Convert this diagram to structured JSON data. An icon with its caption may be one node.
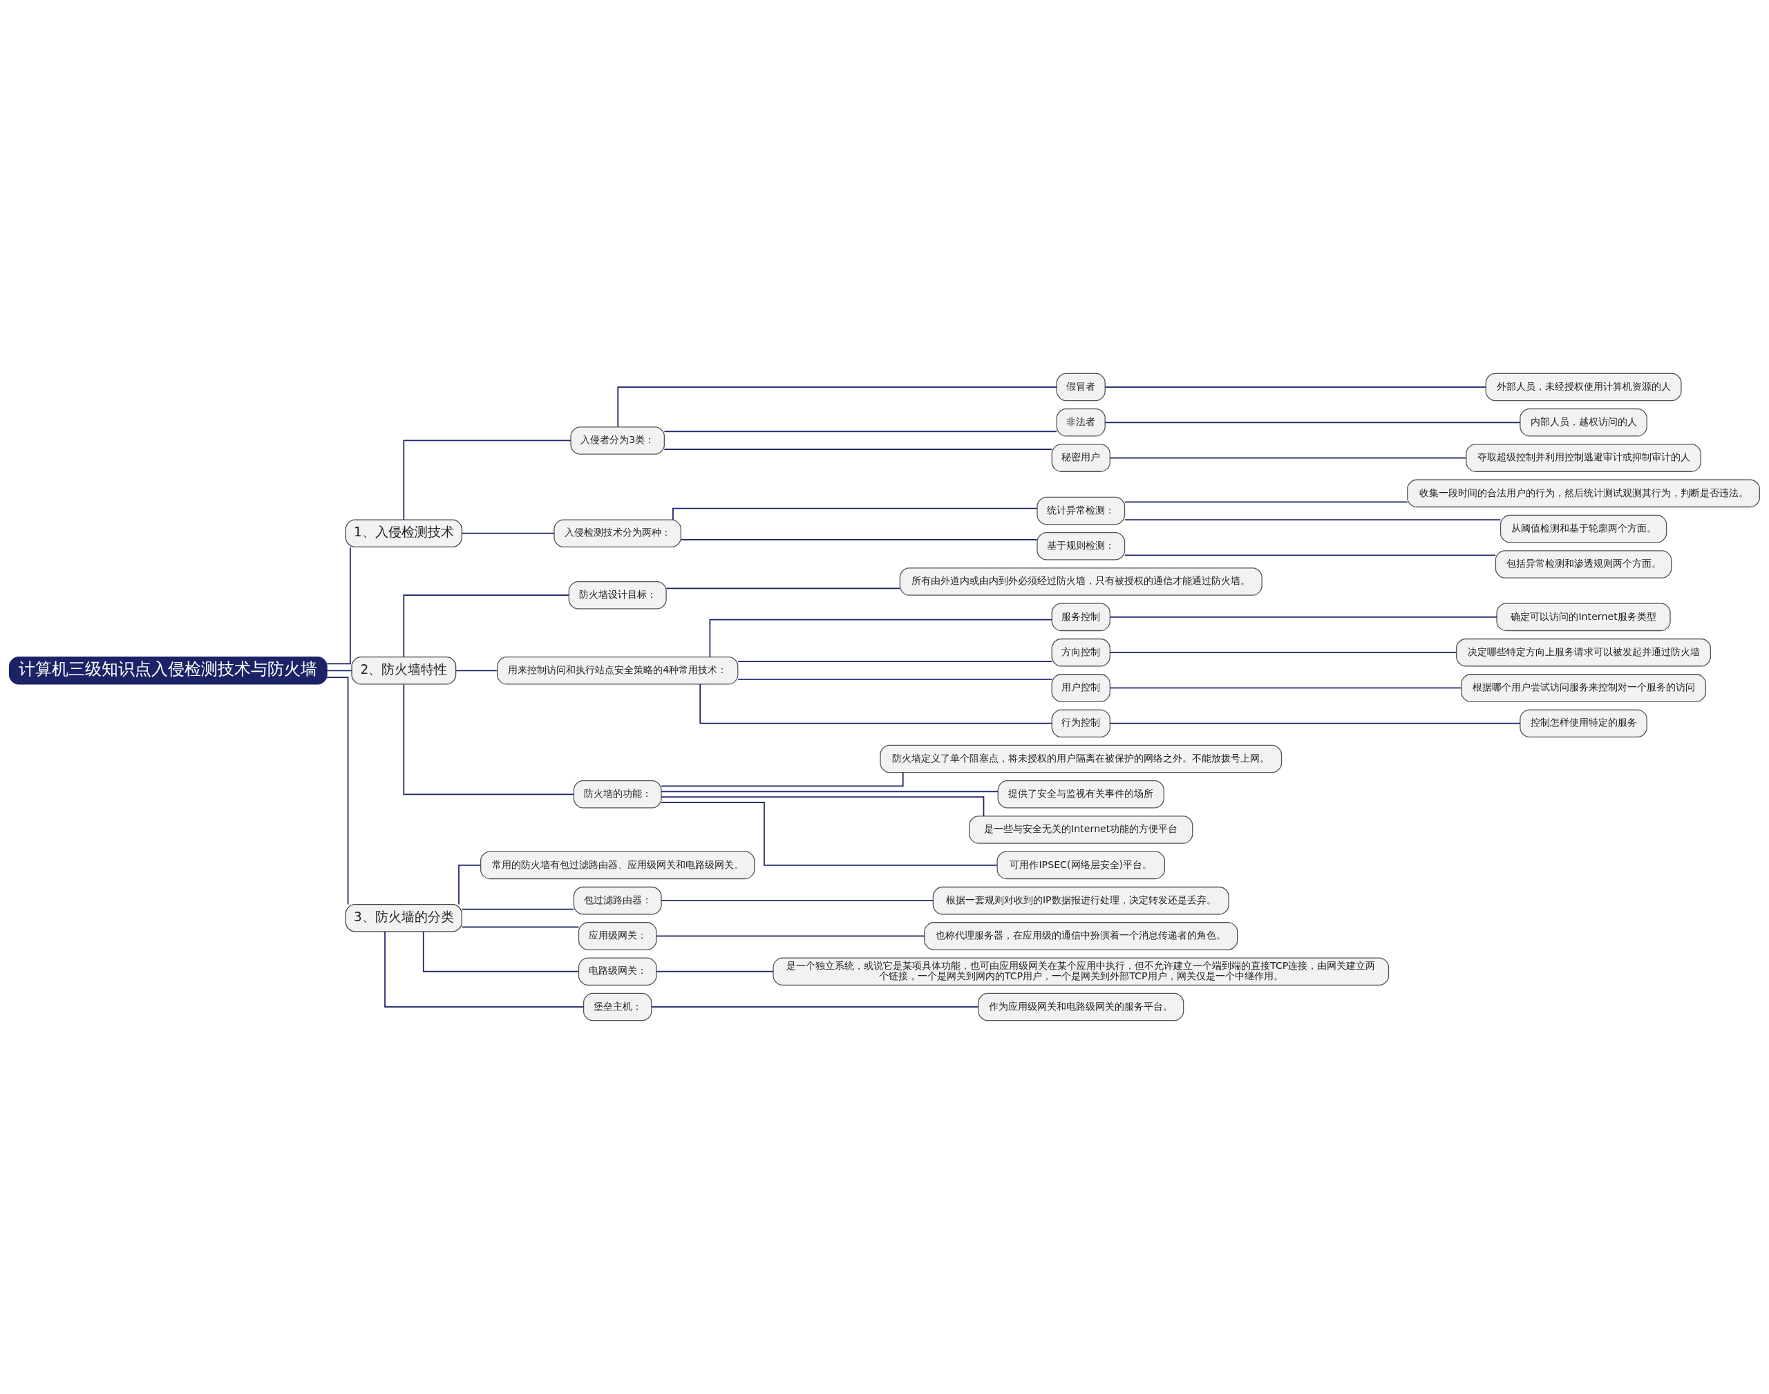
{
  "diagram": {
    "nodes": [
      {
        "text": [
          "计算机三级知识点入侵检测技术与防火墙"
        ]
      },
      {
        "text": [
          "1、入侵检测技术"
        ]
      },
      {
        "text": [
          "入侵者分为3类："
        ]
      },
      {
        "text": [
          "假冒者"
        ]
      },
      {
        "text": [
          "外部人员，未经授权使用计算机资源的人"
        ]
      },
      {
        "text": [
          "非法者"
        ]
      },
      {
        "text": [
          "内部人员，越权访问的人"
        ]
      },
      {
        "text": [
          "秘密用户"
        ]
      },
      {
        "text": [
          "夺取超级控制并利用控制逃避审计或抑制审计的人"
        ]
      },
      {
        "text": [
          "入侵检测技术分为两种："
        ]
      },
      {
        "text": [
          "统计异常检测："
        ]
      },
      {
        "text": [
          "收集一段时间的合法用户的行为，然后统计测试观测其行为，判断是否违法。"
        ]
      },
      {
        "text": [
          "从阈值检测和基于轮廓两个方面。"
        ]
      },
      {
        "text": [
          "基于规则检测："
        ]
      },
      {
        "text": [
          "包括异常检测和渗透规则两个方面。"
        ]
      },
      {
        "text": [
          "2、防火墙特性"
        ]
      },
      {
        "text": [
          "防火墙设计目标："
        ]
      },
      {
        "text": [
          "所有由外道内或由内到外必须经过防火墙，只有被授权的通信才能通过防火墙。"
        ]
      },
      {
        "text": [
          "用来控制访问和执行站点安全策略的4种常用技术："
        ]
      },
      {
        "text": [
          "服务控制"
        ]
      },
      {
        "text": [
          "确定可以访问的Internet服务类型"
        ]
      },
      {
        "text": [
          "方向控制"
        ]
      },
      {
        "text": [
          "决定哪些特定方向上服务请求可以被发起并通过防火墙"
        ]
      },
      {
        "text": [
          "用户控制"
        ]
      },
      {
        "text": [
          "根据哪个用户尝试访问服务来控制对一个服务的访问"
        ]
      },
      {
        "text": [
          "行为控制"
        ]
      },
      {
        "text": [
          "控制怎样使用特定的服务"
        ]
      },
      {
        "text": [
          "防火墙的功能："
        ]
      },
      {
        "text": [
          "防火墙定义了单个阻塞点，将未授权的用户隔离在被保护的网络之外。不能放拨号上网。"
        ]
      },
      {
        "text": [
          "提供了安全与监视有关事件的场所"
        ]
      },
      {
        "text": [
          "是一些与安全无关的Internet功能的方便平台"
        ]
      },
      {
        "text": [
          "可用作IPSEC(网络层安全)平台。"
        ]
      },
      {
        "text": [
          "3、防火墙的分类"
        ]
      },
      {
        "text": [
          "常用的防火墙有包过滤路由器、应用级网关和电路级网关。"
        ]
      },
      {
        "text": [
          "包过滤路由器："
        ]
      },
      {
        "text": [
          "根据一套规则对收到的IP数据报进行处理，决定转发还是丢弃。"
        ]
      },
      {
        "text": [
          "应用级网关："
        ]
      },
      {
        "text": [
          "也称代理服务器，在应用级的通信中扮演着一个消息传递者的角色。"
        ]
      },
      {
        "text": [
          "电路级网关："
        ]
      },
      {
        "text": [
          "是一个独立系统，或说它是某项具体功能，也可由应用级网关在某个应用中执行，但不允许建立一个端到端的直接TCP连接，由网关建立两个链接，一个是网关到网内的TCP用户，一个是网关到外部TCP用户，网关仅是一个中继作用。"
        ]
      },
      {
        "text": [
          "堡垒主机："
        ]
      },
      {
        "text": [
          "作为应用级网关和电路级网关的服务平台。"
        ]
      }
    ],
    "edges": [
      {
        "from": 0,
        "to": 1,
        "arrow": "none"
      },
      {
        "from": 1,
        "to": 2,
        "arrow": "none"
      },
      {
        "from": 2,
        "to": 3,
        "arrow": "none"
      },
      {
        "from": 3,
        "to": 4,
        "arrow": "none"
      },
      {
        "from": 2,
        "to": 5,
        "arrow": "none"
      },
      {
        "from": 5,
        "to": 6,
        "arrow": "none"
      },
      {
        "from": 2,
        "to": 7,
        "arrow": "none"
      },
      {
        "from": 7,
        "to": 8,
        "arrow": "none"
      },
      {
        "from": 1,
        "to": 9,
        "arrow": "none"
      },
      {
        "from": 9,
        "to": 10,
        "arrow": "none"
      },
      {
        "from": 10,
        "to": 11,
        "arrow": "none"
      },
      {
        "from": 10,
        "to": 12,
        "arrow": "none"
      },
      {
        "from": 9,
        "to": 13,
        "arrow": "none"
      },
      {
        "from": 13,
        "to": 14,
        "arrow": "none"
      },
      {
        "from": 0,
        "to": 15,
        "arrow": "none"
      },
      {
        "from": 15,
        "to": 16,
        "arrow": "none"
      },
      {
        "from": 16,
        "to": 17,
        "arrow": "none"
      },
      {
        "from": 15,
        "to": 18,
        "arrow": "none"
      },
      {
        "from": 18,
        "to": 19,
        "arrow": "none"
      },
      {
        "from": 19,
        "to": 20,
        "arrow": "none"
      },
      {
        "from": 18,
        "to": 21,
        "arrow": "none"
      },
      {
        "from": 21,
        "to": 22,
        "arrow": "none"
      },
      {
        "from": 18,
        "to": 23,
        "arrow": "none"
      },
      {
        "from": 23,
        "to": 24,
        "arrow": "none"
      },
      {
        "from": 18,
        "to": 25,
        "arrow": "none"
      },
      {
        "from": 25,
        "to": 26,
        "arrow": "none"
      },
      {
        "from": 15,
        "to": 27,
        "arrow": "none"
      },
      {
        "from": 27,
        "to": 28,
        "arrow": "none"
      },
      {
        "from": 27,
        "to": 29,
        "arrow": "none"
      },
      {
        "from": 27,
        "to": 30,
        "arrow": "none"
      },
      {
        "from": 27,
        "to": 31,
        "arrow": "none"
      },
      {
        "from": 0,
        "to": 32,
        "arrow": "none"
      },
      {
        "from": 32,
        "to": 33,
        "arrow": "none"
      },
      {
        "from": 32,
        "to": 34,
        "arrow": "none"
      },
      {
        "from": 34,
        "to": 35,
        "arrow": "none"
      },
      {
        "from": 32,
        "to": 36,
        "arrow": "none"
      },
      {
        "from": 36,
        "to": 37,
        "arrow": "none"
      },
      {
        "from": 32,
        "to": 38,
        "arrow": "none"
      },
      {
        "from": 38,
        "to": 39,
        "arrow": "none"
      },
      {
        "from": 32,
        "to": 40,
        "arrow": "none"
      },
      {
        "from": 40,
        "to": 41,
        "arrow": "none"
      }
    ]
  }
}
